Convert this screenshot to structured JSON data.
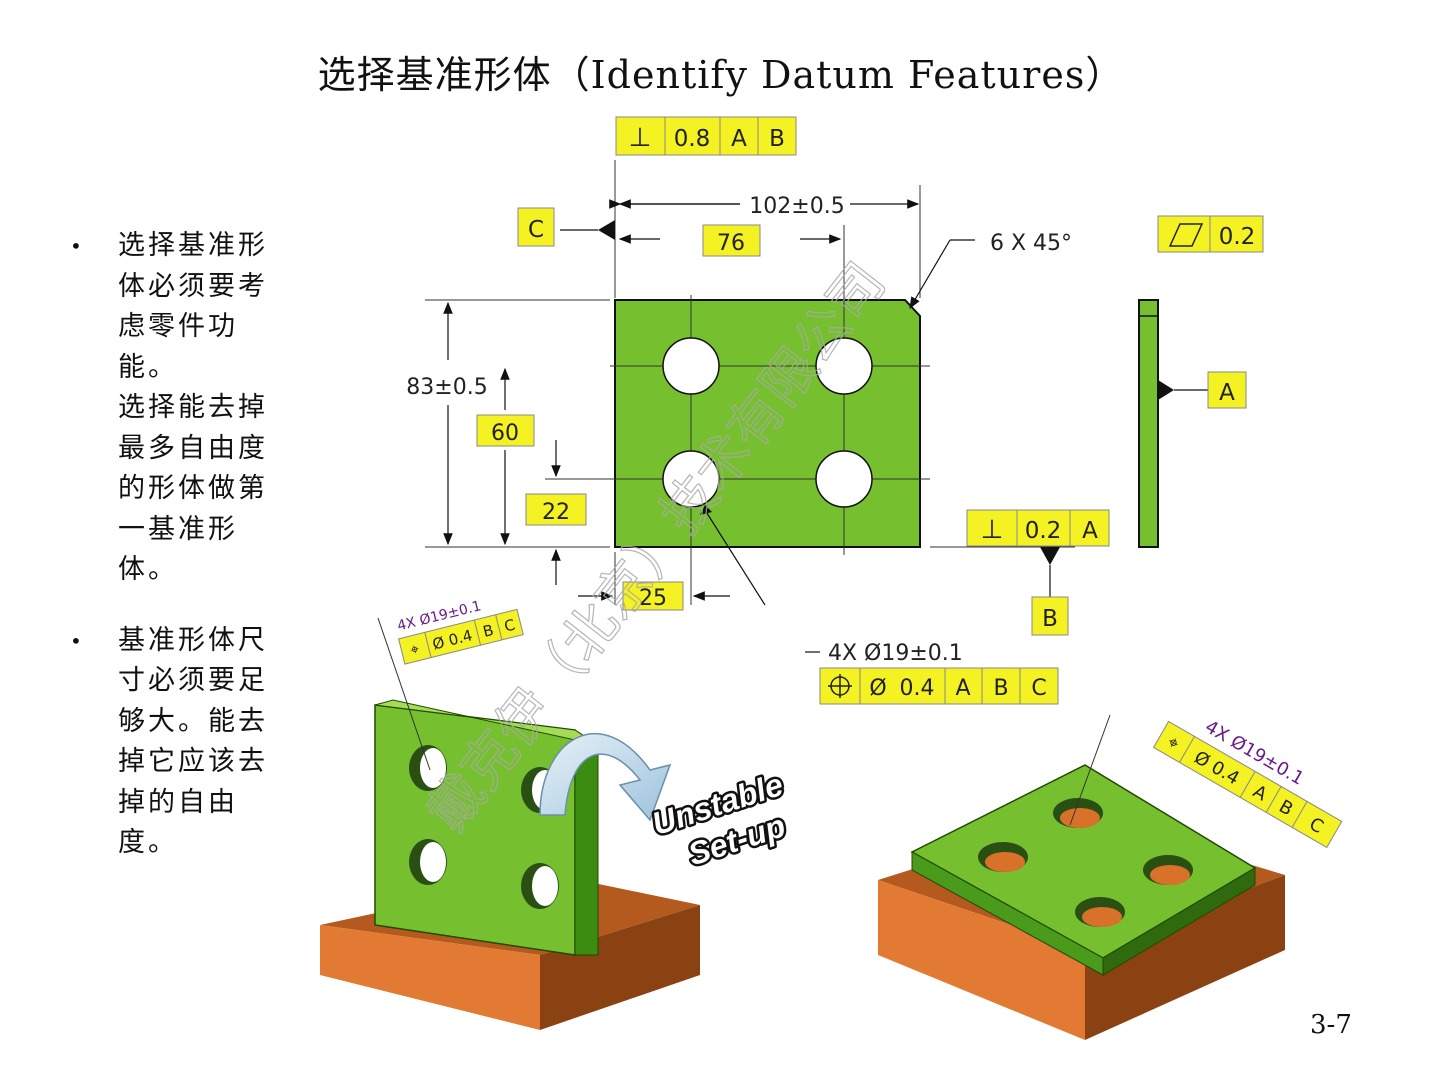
{
  "title": "选择基准形体（Identify Datum Features）",
  "bullets": [
    "选择基准形体必须要考虑零件功能。选择能去掉最多自由度的形体做第一基准形体。",
    "基准形体尺寸必须要足够大。能去掉它应该去掉的自由度。"
  ],
  "bullet_lines": [
    [
      "选择基准形",
      "体必须要考",
      "虑零件功能。",
      "选择能去掉",
      "最多自由度",
      "的形体做第",
      "一基准形体。"
    ],
    [
      "基准形体尺",
      "寸必须要足",
      "够大。能去",
      "掉它应该去",
      "掉的自由度。"
    ]
  ],
  "bullet_glyph": "•",
  "drawing": {
    "perpendicularity_frame": {
      "symbol": "⊥",
      "tolerance": "0.8",
      "datum1": "A",
      "datum2": "B"
    },
    "flatness_frame": {
      "symbol": "▱",
      "tolerance": "0.2"
    },
    "perp_frame_2": {
      "symbol": "⊥",
      "tolerance": "0.2",
      "datum1": "A"
    },
    "datum_c": "C",
    "datum_a": "A",
    "datum_b": "B",
    "dim_width": "102±0.5",
    "dim_76": "76",
    "dim_chamfer": "6 X 45°",
    "dim_height": "83±0.5",
    "dim_60": "60",
    "dim_22": "22",
    "dim_25": "25",
    "hole_callout": "4X  Ø19±0.1",
    "position_frame": {
      "symbol": "⌖",
      "dia": "Ø",
      "tolerance": "0.4",
      "datum1": "A",
      "datum2": "B",
      "datum3": "C"
    }
  },
  "iso_left": {
    "callout": "4X Ø19±0.1",
    "frame_cells": [
      "⌖",
      "Ø 0.4",
      "B",
      "C"
    ],
    "label_line1": "Unstable",
    "label_line2": "Set-up"
  },
  "iso_right": {
    "callout": "4X Ø19±0.1",
    "frame_cells": [
      "⌖",
      "Ø 0.4",
      "A",
      "B",
      "C"
    ]
  },
  "watermark": "戴克伊（北京）技术有限公司",
  "page_number": "3-7",
  "colors": {
    "part_green": "#76c02f",
    "frame_yellow": "#f4f223",
    "base_orange": "#d8722a"
  }
}
